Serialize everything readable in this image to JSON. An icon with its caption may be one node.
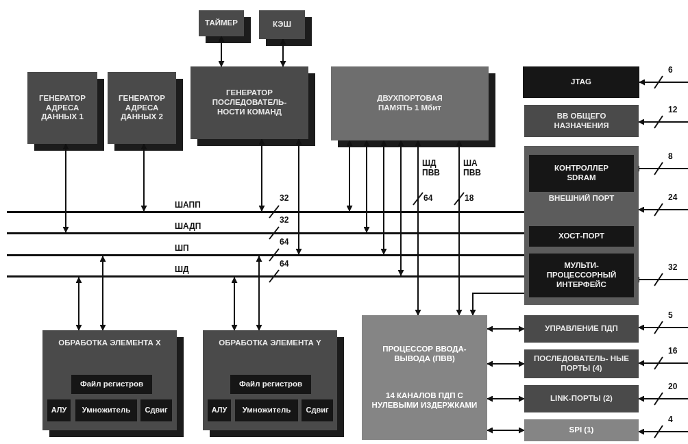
{
  "diagram": {
    "nodes": [
      {
        "text": [
          "ТАЙМЕР"
        ]
      },
      {
        "text": [
          "КЭШ"
        ]
      },
      {
        "text": [
          "ГЕНЕРАТОР АДРЕСА ДАННЫХ 1"
        ]
      },
      {
        "text": [
          "ГЕНЕРАТОР АДРЕСА ДАННЫХ 2"
        ]
      },
      {
        "text": [
          "ГЕНЕРАТОР ПОСЛЕДОВАТЕЛЬ- НОСТИ КОМАНД"
        ]
      },
      {
        "text": [
          "ДВУХПОРТОВАЯ ПАМЯТЬ 1 Мбит"
        ]
      },
      {
        "text": [
          "JTAG"
        ]
      },
      {
        "text": [
          "ВВ ОБЩЕГО НАЗНАЧЕНИЯ"
        ]
      },
      {
        "text": [
          "ВНЕШНИЙ ПОРТ"
        ]
      },
      {
        "text": [
          "КОНТРОЛЛЕР SDRAM"
        ],
        "in": 8
      },
      {
        "text": [
          "ХОСТ-ПОРТ"
        ],
        "in": 8
      },
      {
        "text": [
          "МУЛЬТИ- ПРОЦЕССОРНЫЙ ИНТЕРФЕЙС"
        ],
        "in": 8
      },
      {
        "text": [
          "ОБРАБОТКА ЭЛЕМЕНТА X"
        ]
      },
      {
        "text": [
          "Файл регистров"
        ],
        "in": 12
      },
      {
        "text": [
          "АЛУ"
        ],
        "in": 12
      },
      {
        "text": [
          "Умножитель"
        ],
        "in": 12
      },
      {
        "text": [
          "Сдвиг"
        ],
        "in": 12
      },
      {
        "text": [
          "ОБРАБОТКА ЭЛЕМЕНТА Y"
        ]
      },
      {
        "text": [
          "Файл регистров"
        ],
        "in": 17
      },
      {
        "text": [
          "АЛУ"
        ],
        "in": 17
      },
      {
        "text": [
          "Умножитель"
        ],
        "in": 17
      },
      {
        "text": [
          "Сдвиг"
        ],
        "in": 17
      },
      {
        "text": [
          "ПРОЦЕССОР ВВОДА-ВЫВОДА (ПВВ)",
          "14 КАНАЛОВ ПДП С НУЛЕВЫМИ ИЗДЕРЖКАМИ"
        ]
      },
      {
        "text": [
          "УПРАВЛЕНИЕ ПДП"
        ]
      },
      {
        "text": [
          "ПОСЛЕДОВАТЕЛЬ- НЫЕ ПОРТЫ (4)"
        ]
      },
      {
        "text": [
          "LINK-ПОРТЫ (2)"
        ]
      },
      {
        "text": [
          "SPI (1)"
        ]
      },
      {
        "text": [
          "ШАПП"
        ]
      },
      {
        "text": [
          "ШАДП"
        ]
      },
      {
        "text": [
          "ШП"
        ]
      },
      {
        "text": [
          "ШД"
        ]
      }
    ],
    "edges": [
      {
        "from": 0,
        "to": 4,
        "arrow": "both"
      },
      {
        "from": 1,
        "to": 4,
        "arrow": "both"
      },
      {
        "from": 2,
        "to": 28,
        "arrow": "both"
      },
      {
        "from": 3,
        "to": 27,
        "arrow": "both"
      },
      {
        "from": 4,
        "to": 27,
        "arrow": "both"
      },
      {
        "from": 4,
        "to": 29,
        "arrow": "both"
      },
      {
        "from": 5,
        "to": 27,
        "arrow": "both"
      },
      {
        "from": 5,
        "to": 28,
        "arrow": "both"
      },
      {
        "from": 5,
        "to": 29,
        "arrow": "both"
      },
      {
        "from": 5,
        "to": 30,
        "arrow": "both"
      },
      {
        "from": 5,
        "to": 22,
        "arrow": "both",
        "label": "ШД ПВВ"
      },
      {
        "from": 5,
        "to": 22,
        "arrow": "both",
        "label": "ША ПВВ"
      },
      {
        "from": 12,
        "to": 30,
        "arrow": "both"
      },
      {
        "from": 12,
        "to": 29,
        "arrow": "both"
      },
      {
        "from": 17,
        "to": 30,
        "arrow": "both"
      },
      {
        "from": 17,
        "to": 29,
        "arrow": "both"
      },
      {
        "from": 11,
        "to": 22,
        "arrow": "to"
      },
      {
        "from": 22,
        "to": 23,
        "arrow": "both"
      },
      {
        "from": 22,
        "to": 24,
        "arrow": "both"
      },
      {
        "from": 22,
        "to": 25,
        "arrow": "both"
      },
      {
        "from": 22,
        "to": 26,
        "arrow": "both"
      },
      {
        "from": null,
        "to": 6,
        "arrow": "to",
        "label": "6"
      },
      {
        "from": null,
        "to": 7,
        "arrow": "to",
        "label": "12"
      },
      {
        "from": null,
        "to": 9,
        "arrow": "to",
        "label": "8"
      },
      {
        "from": null,
        "to": 8,
        "arrow": "to",
        "label": "24"
      },
      {
        "from": null,
        "to": 11,
        "arrow": "to",
        "label": "32"
      },
      {
        "from": null,
        "to": 23,
        "arrow": "to",
        "label": "5"
      },
      {
        "from": null,
        "to": 24,
        "arrow": "to",
        "label": "16"
      },
      {
        "from": null,
        "to": 25,
        "arrow": "to",
        "label": "20"
      },
      {
        "from": null,
        "to": 26,
        "arrow": "to",
        "label": "4"
      }
    ],
    "labels": [
      "32",
      "32",
      "64",
      "64",
      "64",
      "18"
    ]
  }
}
